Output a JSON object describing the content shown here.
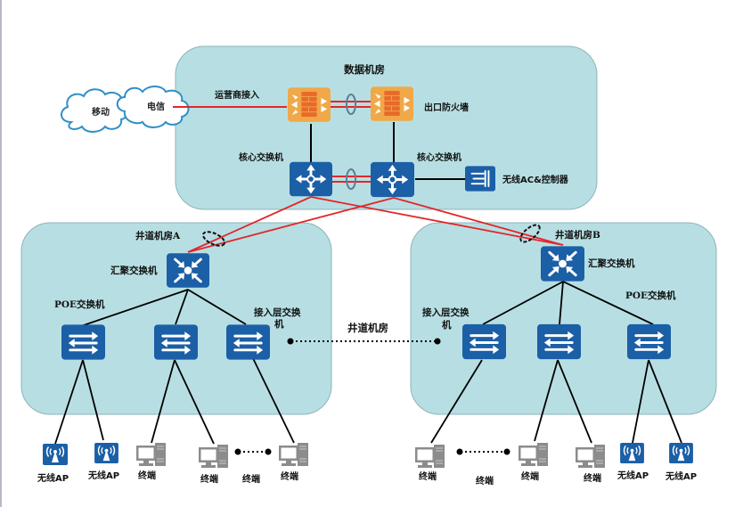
{
  "colors": {
    "panel_fill": "#b7dfe3",
    "panel_stroke": "#8fb3b7",
    "device_blue": "#1b5fa6",
    "firewall_orange": "#f0a848",
    "firewall_brick": "#e8692a",
    "wan_link_red": "#e3262b",
    "lag_ring": "#5c7d95",
    "terminal_gray": "#8c8c8c",
    "cloud_edge": "#2f8fc6"
  },
  "zones": {
    "data_center": {
      "title": "数据机房"
    },
    "shaft_a": {
      "title": "井道机房A"
    },
    "shaft_b": {
      "title": "井道机房B"
    },
    "shaft_link_label": "井道机房"
  },
  "internet": {
    "clouds": [
      {
        "label": "移动"
      },
      {
        "label": "电信"
      }
    ],
    "carrier_access_label": "运营商接入"
  },
  "data_center": {
    "firewall_label": "出口防火墙",
    "core_left_label": "核心交换机",
    "core_right_label": "核心交换机",
    "wireless_ac_label": "无线AC&控制器"
  },
  "shaft_a": {
    "aggregation_label": "汇聚交换机",
    "poe_label": "POE交换机",
    "access_label_line1": "接入层交换",
    "access_label_line2": "机"
  },
  "shaft_b": {
    "aggregation_label": "汇聚交换机",
    "poe_label": "POE交换机",
    "access_label_line1": "接入层交换",
    "access_label_line2": "机"
  },
  "endpoints_a": [
    {
      "type": "ap",
      "label": "无线AP"
    },
    {
      "type": "ap",
      "label": "无线AP"
    },
    {
      "type": "terminal",
      "label": "终端"
    },
    {
      "type": "terminal",
      "label": "终端"
    },
    {
      "type": "ellipsis",
      "label": "终端"
    },
    {
      "type": "terminal",
      "label": "终端"
    }
  ],
  "endpoints_b": [
    {
      "type": "terminal",
      "label": "终端"
    },
    {
      "type": "ellipsis",
      "label": "终端"
    },
    {
      "type": "terminal",
      "label": "终端"
    },
    {
      "type": "terminal",
      "label": "终端"
    },
    {
      "type": "ap",
      "label": "无线AP"
    },
    {
      "type": "ap",
      "label": "无线AP"
    }
  ]
}
